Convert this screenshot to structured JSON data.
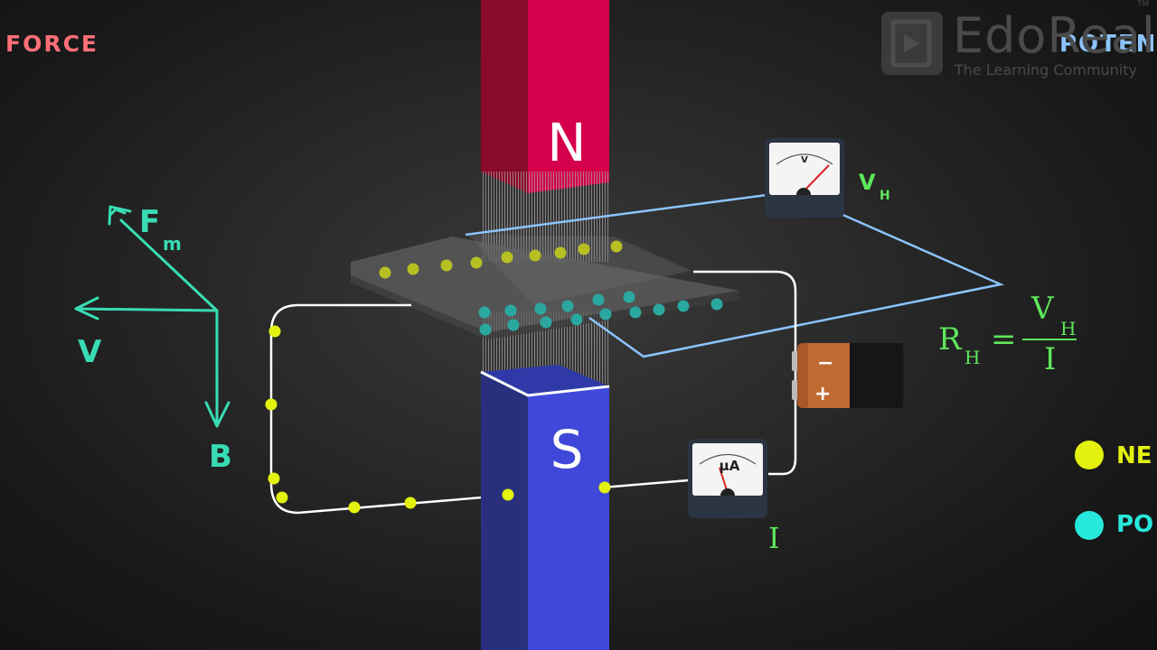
{
  "headings": {
    "force": "FORCE",
    "potential": "POTEN"
  },
  "watermark": {
    "brand": "EdoReal",
    "tagline": "The Learning Community",
    "tm": "TM"
  },
  "vectors": {
    "fm": {
      "main": "F",
      "sub": "m"
    },
    "v": "V",
    "b": "B",
    "color": "#38dcb4"
  },
  "magnet": {
    "north": "N",
    "south": "S",
    "north_color": "#d4004c",
    "south_color": "#3f48d8"
  },
  "meters": {
    "voltmeter_unit": "V",
    "ammeter_unit": "µA"
  },
  "labels": {
    "hall_voltage": {
      "main": "V",
      "sub": "H"
    },
    "current": "I"
  },
  "battery": {
    "minus": "−",
    "plus": "+"
  },
  "formula": {
    "lhs": "R",
    "lhs_sub": "H",
    "equals": "=",
    "numerator": "V",
    "numerator_sub": "H",
    "denominator": "I"
  },
  "legend": {
    "negative": {
      "text": "NE",
      "color": "#e2f20e"
    },
    "positive": {
      "text": "PO",
      "color": "#27e8dc"
    }
  }
}
